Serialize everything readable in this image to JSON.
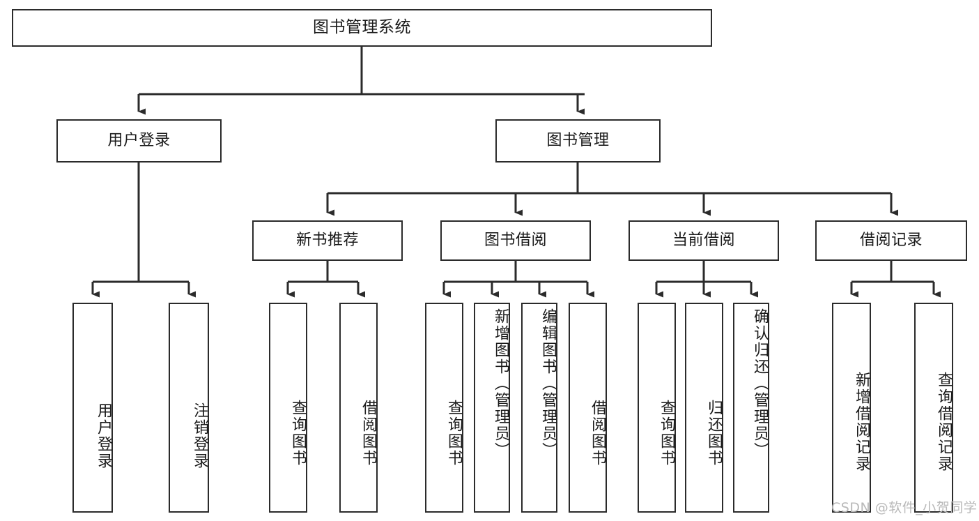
{
  "diagram": {
    "title": "图书管理系统",
    "type": "tree",
    "watermark": "CSDN @软件_小贺同学",
    "colors": {
      "box_border": "#2b2b2b",
      "box_fill": "#ffffff",
      "connector": "#2b2b2b",
      "text": "#1a1a1a",
      "watermark": "#b9b9b9"
    },
    "nodes": {
      "root": {
        "label": "图书管理系统"
      },
      "level2": [
        {
          "label": "用户登录"
        },
        {
          "label": "图书管理"
        }
      ],
      "level3": [
        {
          "label": "新书推荐"
        },
        {
          "label": "图书借阅"
        },
        {
          "label": "当前借阅"
        },
        {
          "label": "借阅记录"
        }
      ],
      "leaves": {
        "user_login": [
          {
            "label": "用户登录"
          },
          {
            "label": "注销登录"
          }
        ],
        "new_book_recommend": [
          {
            "label": "查询图书"
          },
          {
            "label": "借阅图书"
          }
        ],
        "book_borrow": [
          {
            "label": "查询图书"
          },
          {
            "label": "新增图书（管理员）"
          },
          {
            "label": "编辑图书（管理员）"
          },
          {
            "label": "借阅图书"
          }
        ],
        "current_borrow": [
          {
            "label": "查询图书"
          },
          {
            "label": "归还图书"
          },
          {
            "label": "确认归还（管理员）"
          }
        ],
        "borrow_record": [
          {
            "label": "新增借阅记录"
          },
          {
            "label": "查询借阅记录"
          }
        ]
      }
    }
  }
}
